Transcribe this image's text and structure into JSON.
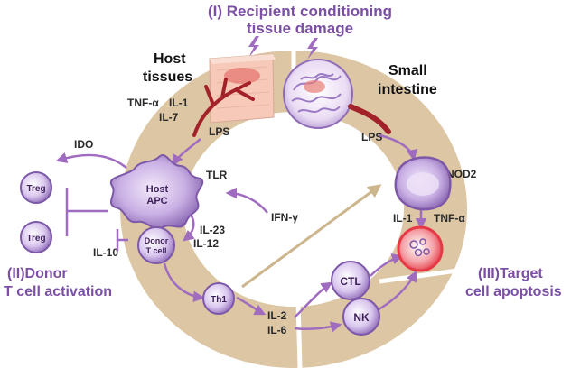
{
  "phases": {
    "one_line1": "(I) Recipient conditioning",
    "one_line2": "tissue damage",
    "two_line1": "(II)Donor",
    "two_line2": "T cell activation",
    "three_line1": "(III)Target",
    "three_line2": "cell apoptosis"
  },
  "organs": {
    "host_line1": "Host",
    "host_line2": "tissues",
    "si_line1": "Small",
    "si_line2": "intestine"
  },
  "labels": {
    "tnf_a": "TNF-α",
    "il1": "IL-1",
    "il7": "IL-7",
    "lps_left": "LPS",
    "lps_right": "LPS",
    "ido": "IDO",
    "tlr": "TLR",
    "ifn_g": "IFN-γ",
    "il23": "IL-23",
    "il12": "IL-12",
    "il10": "IL-10",
    "nod2": "NOD2",
    "il1_right": "IL-1",
    "tnf_a_right": "TNF-α",
    "il2": "IL-2",
    "il6": "IL-6"
  },
  "cells": {
    "treg_top": "Treg",
    "treg_bottom": "Treg",
    "host_apc_line1": "Host",
    "host_apc_line2": "APC",
    "donor_line1": "Donor",
    "donor_line2": "T cell",
    "th1": "Th1",
    "ctl": "CTL",
    "nk": "NK"
  },
  "colors": {
    "ring": "#dcc6a3",
    "phase_text": "#7b4fa3",
    "arrow": "#a06cc0",
    "cell_fill": "#d9c6ee",
    "vessel": "#a3222a",
    "target_cell": "#e63946"
  }
}
